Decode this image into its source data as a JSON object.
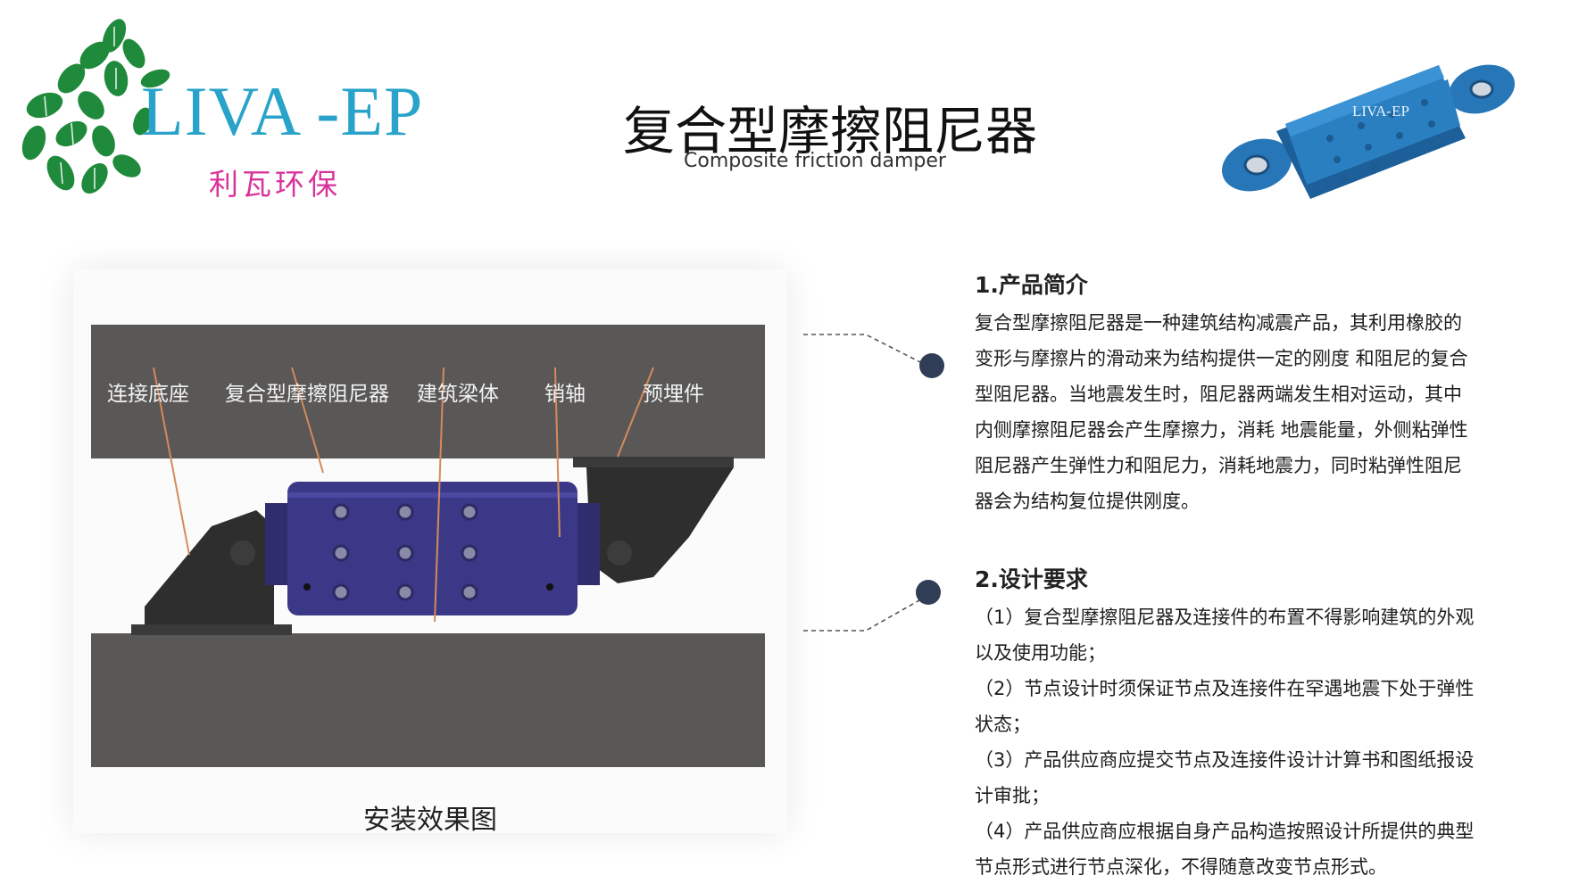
{
  "logo": {
    "brand": "LIVA -EP",
    "cn": "利瓦环保",
    "leaf_color": "#1f8a3b",
    "brand_color": "#29a3c9",
    "cn_color": "#d8339a"
  },
  "title": {
    "main": "复合型摩擦阻尼器",
    "sub": "Composite friction damper"
  },
  "product_image": {
    "label": "LIVA-EP",
    "color": "#2a7fc1"
  },
  "diagram": {
    "labels": [
      "连接底座",
      "复合型摩擦阻尼器",
      "建筑梁体",
      "销轴",
      "预埋件"
    ],
    "caption": "安装效果图",
    "beam_color": "#5a5857",
    "damper_color": "#3a3887",
    "leader_color": "#d48a5a"
  },
  "sections": [
    {
      "title": "1.产品简介",
      "body": "复合型摩擦阻尼器是一种建筑结构减震产品，其利用橡胶的变形与摩擦片的滑动来为结构提供一定的刚度 和阻尼的复合型阻尼器。当地震发生时，阻尼器两端发生相对运动，其中内侧摩擦阻尼器会产生摩擦力，消耗 地震能量，外侧粘弹性阻尼器产生弹性力和阻尼力，消耗地震力，同时粘弹性阻尼器会为结构复位提供刚度。"
    },
    {
      "title": "2.设计要求",
      "items": [
        "（1）复合型摩擦阻尼器及连接件的布置不得影响建筑的外观以及使用功能；",
        "（2）节点设计时须保证节点及连接件在罕遇地震下处于弹性状态；",
        "（3）产品供应商应提交节点及连接件设计计算书和图纸报设计审批；",
        "（4）产品供应商应根据自身产品构造按照设计所提供的典型节点形式进行节点深化，不得随意改变节点形式。"
      ]
    }
  ],
  "accent_dot_color": "#2f3d57"
}
